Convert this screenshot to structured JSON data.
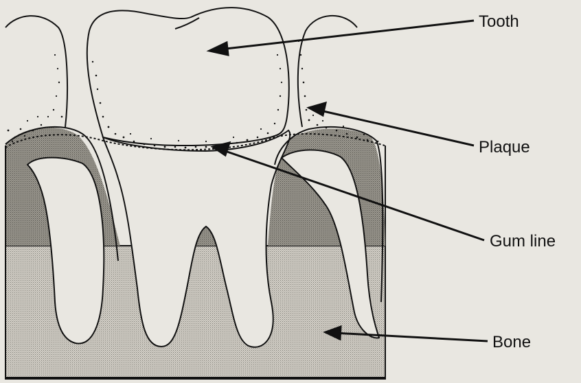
{
  "labels": {
    "tooth": "Tooth",
    "plaque": "Plaque",
    "gum_line": "Gum line",
    "bone": "Bone"
  },
  "colors": {
    "background": "#e9e7e1",
    "ink": "#111111",
    "bone_fill": "#c9c6bd",
    "gum_fill": "#8f8c85",
    "tooth_fill": "#e9e7e1"
  }
}
